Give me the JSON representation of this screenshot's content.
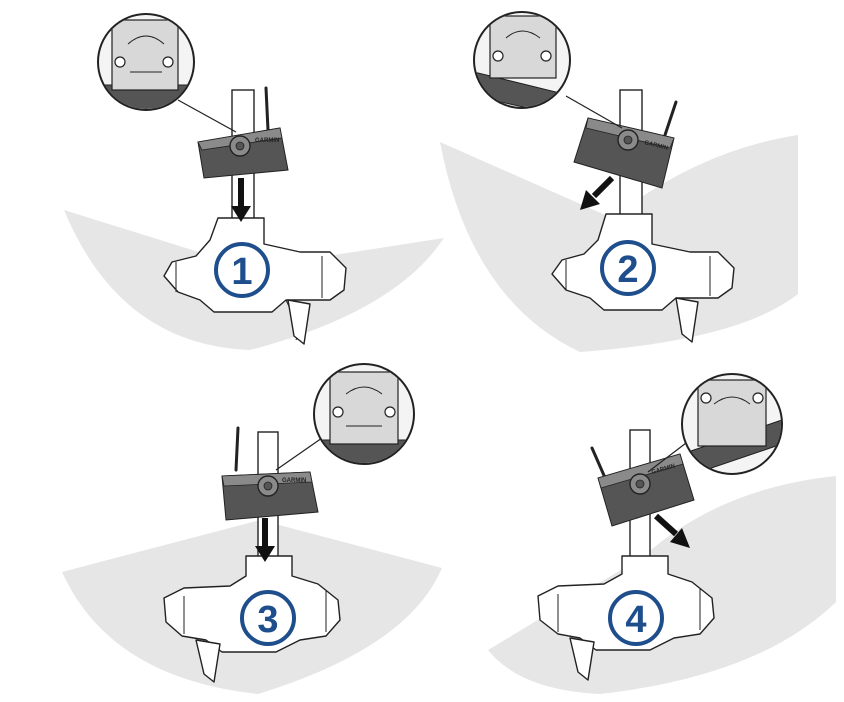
{
  "figure": {
    "brand_text": "GARMIN",
    "colors": {
      "fan": "#e6e6e6",
      "outline": "#222222",
      "mount_dark": "#555555",
      "mount_light": "#8a8a8a",
      "motor_fill": "#ffffff",
      "badge_stroke": "#1f4e8c",
      "badge_text": "#1f4e8c",
      "arrow": "#111111"
    },
    "steps": [
      {
        "number": "1",
        "arrow_direction": "down",
        "bracket_tilt": "level",
        "cable_side": "right"
      },
      {
        "number": "2",
        "arrow_direction": "down-left",
        "bracket_tilt": "tilted",
        "cable_side": "right"
      },
      {
        "number": "3",
        "arrow_direction": "down",
        "bracket_tilt": "level",
        "cable_side": "left"
      },
      {
        "number": "4",
        "arrow_direction": "down-right",
        "bracket_tilt": "tilted",
        "cable_side": "left"
      }
    ]
  }
}
